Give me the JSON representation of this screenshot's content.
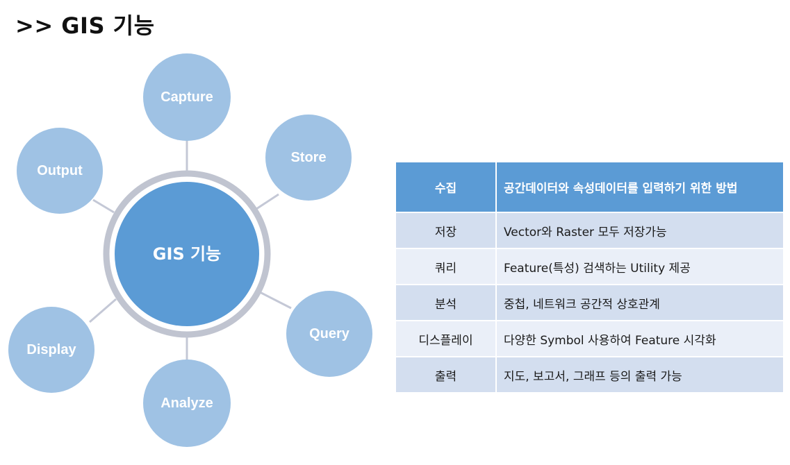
{
  "title": ">> GIS 기능",
  "diagram": {
    "hub": "GIS 기능",
    "nodes": [
      "Capture",
      "Store",
      "Query",
      "Analyze",
      "Display",
      "Output"
    ],
    "colors": {
      "hub_fill": "#5b9bd5",
      "hub_ring": "#c0c4d0",
      "node_fill": "#9fc2e4",
      "connector": "#c4c8d6"
    }
  },
  "table": {
    "header": {
      "term": "수집",
      "desc": "공간데이터와 속성데이터를 입력하기 위한 방법"
    },
    "rows": [
      {
        "term": "저장",
        "desc": "Vector와 Raster 모두 저장가능"
      },
      {
        "term": "쿼리",
        "desc": "Feature(특성) 검색하는 Utility 제공"
      },
      {
        "term": "분석",
        "desc": "중첩, 네트워크 공간적 상호관계"
      },
      {
        "term": "디스플레이",
        "desc": "다양한 Symbol 사용하여 Feature 시각화"
      },
      {
        "term": "출력",
        "desc": "지도, 보고서, 그래프 등의 출력 가능"
      }
    ],
    "colors": {
      "header": "#5b9bd5",
      "row_dark": "#d3deef",
      "row_light": "#eaeff8"
    }
  }
}
